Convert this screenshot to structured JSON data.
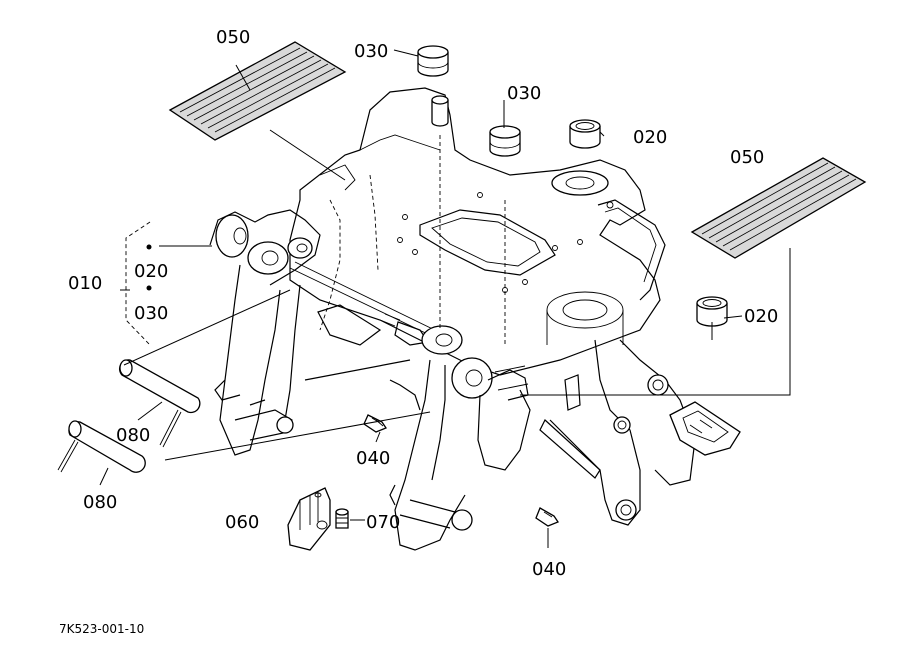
{
  "callouts": {
    "pedal_pad_left": "050",
    "bushing_top_left": "030",
    "bushing_top_middle": "030",
    "bushing_right_upper": "020",
    "pedal_pad_right": "050",
    "bushing_right_lower": "020",
    "assembly": "010",
    "included_1": "020",
    "included_2": "030",
    "pin_upper": "080",
    "pin_lower": "080",
    "grease_nipple_left": "040",
    "bracket": "060",
    "bolt": "070",
    "grease_nipple_right": "040"
  },
  "reference_code": "7K523-001-10"
}
